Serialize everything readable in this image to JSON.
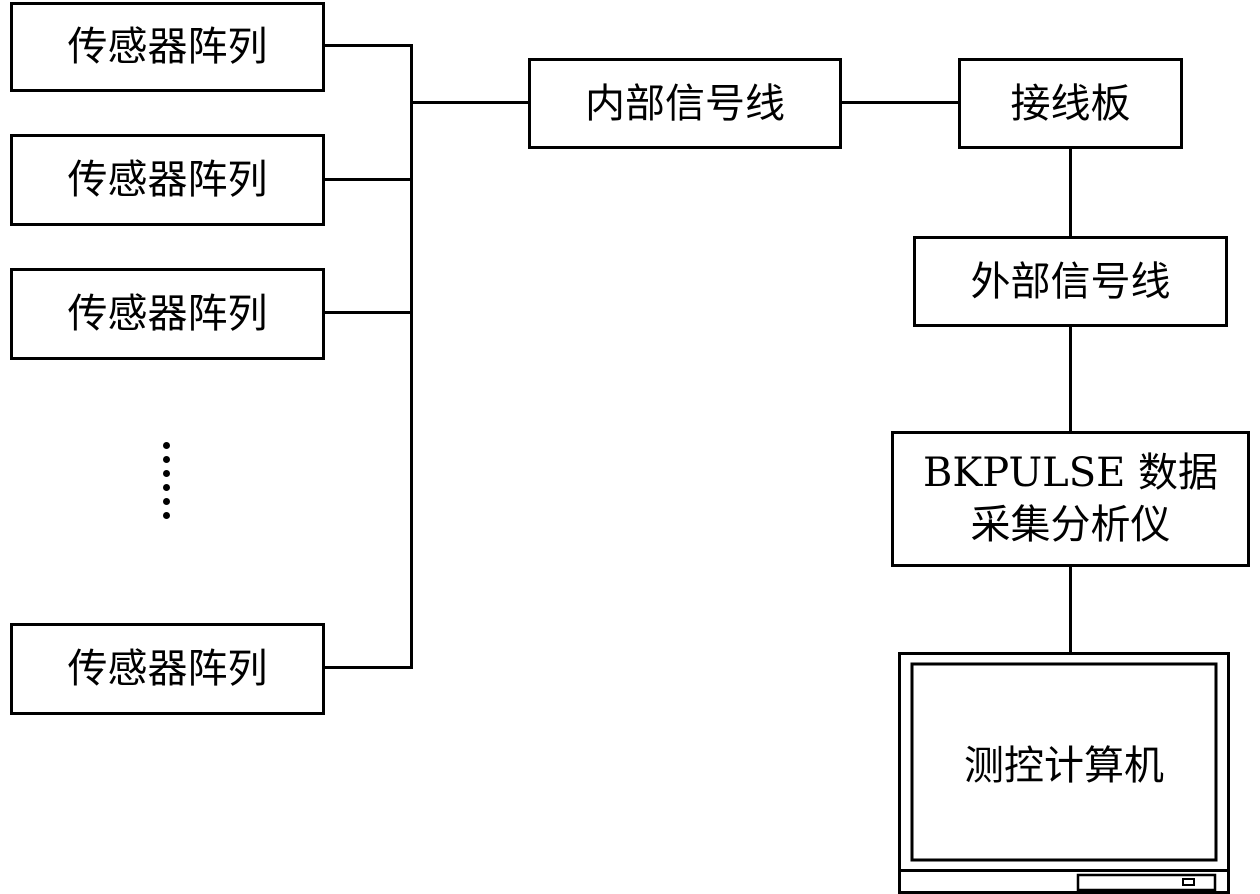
{
  "sensors": [
    {
      "label": "传感器阵列"
    },
    {
      "label": "传感器阵列"
    },
    {
      "label": "传感器阵列"
    },
    {
      "label": "传感器阵列"
    }
  ],
  "internal_cable": {
    "label": "内部信号线"
  },
  "terminal_board": {
    "label": "接线板"
  },
  "external_cable": {
    "label": "外部信号线"
  },
  "analyzer": {
    "line1": "BKPULSE 数据",
    "line2": "采集分析仪"
  },
  "computer": {
    "label": "测控计算机"
  }
}
